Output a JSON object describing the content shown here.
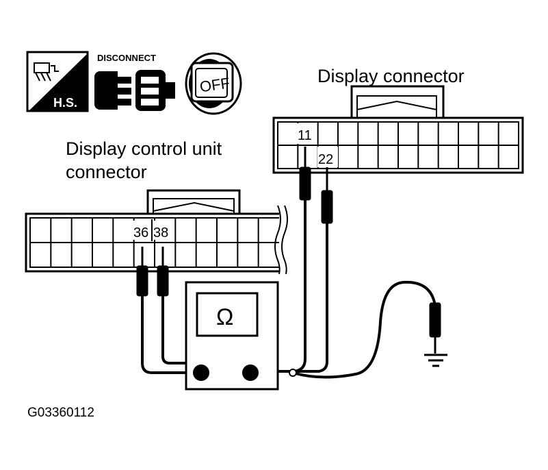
{
  "icons": {
    "hs_icon": {
      "name": "hot-shot-icon",
      "label": "H.S."
    },
    "disconnect_icon": {
      "name": "disconnect-icon",
      "label": "DISCONNECT"
    },
    "ignition_icon": {
      "name": "ignition-off-icon",
      "label": "OFF"
    }
  },
  "display_connector": {
    "title": "Display connector",
    "pin_a": "11",
    "pin_b": "22"
  },
  "control_unit_connector": {
    "title_line1": "Display control unit",
    "title_line2": "connector",
    "pin_a": "36",
    "pin_b": "38"
  },
  "ohmmeter": {
    "symbol": "Ω",
    "icon": "ohm-symbol"
  },
  "ground": {
    "icon": "ground-icon"
  },
  "figure_id": "G03360112"
}
